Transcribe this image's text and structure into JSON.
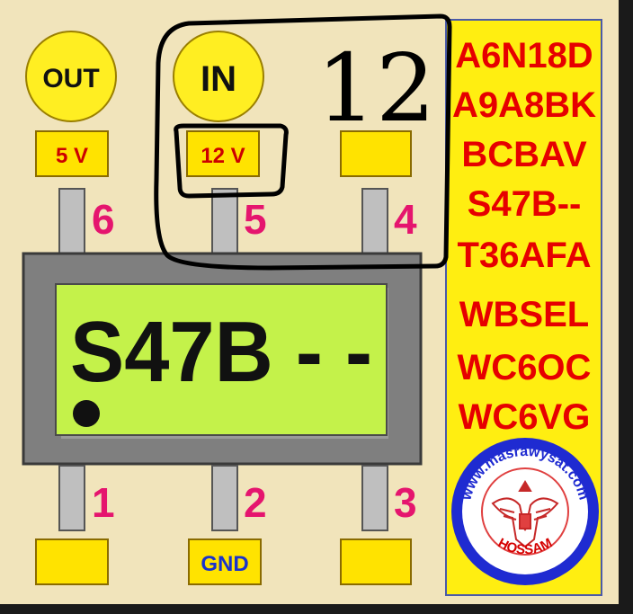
{
  "pins_top": [
    {
      "label": "OUT",
      "voltage": "5 V",
      "number": "6"
    },
    {
      "label": "IN",
      "voltage": "12 V",
      "number": "5"
    },
    {
      "label": "",
      "voltage": "",
      "number": "4"
    }
  ],
  "pins_bottom": [
    {
      "number": "1",
      "label": ""
    },
    {
      "number": "2",
      "label": "GND"
    },
    {
      "number": "3",
      "label": ""
    }
  ],
  "chip": {
    "marking": "S47B - -"
  },
  "handwritten_note": "12",
  "codes": [
    "A6N18D",
    "A9A8BK",
    "BCBAV",
    "S47B--",
    "T36AFA",
    "WBSEL",
    "WC6OC",
    "WC6VG"
  ],
  "stamp": {
    "top_text": "www.masrawysat.com",
    "bottom_text": "HOSSAM"
  },
  "colors": {
    "page_bg": "#f1e4bb",
    "circle_fill": "#ffee22",
    "label_box_fill": "#ffe300",
    "label_box_border": "#8a6b00",
    "pin_fill": "#bfbfbf",
    "chip_body": "#7f7f7f",
    "chip_face": "#c4f24a",
    "pin_number": "#e5156e",
    "code_text": "#e60000",
    "gnd_text": "#1a33cc",
    "voltage_text": "#cc0000"
  }
}
